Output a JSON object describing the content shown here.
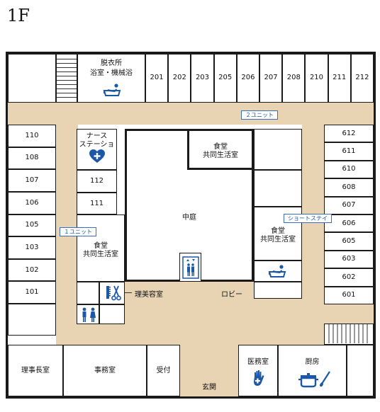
{
  "floor": "1F",
  "labels": {
    "datsui": "脱衣所",
    "yokushitsu": "浴室・機械浴",
    "nurse": "ナース\nステーション",
    "shokudo_right": "食堂\n共同生活室",
    "shokudo_top": "食堂\n共同生活室",
    "shokudo_left": "食堂\n共同生活室",
    "nakaniwa": "中庭",
    "lobby": "ロビー",
    "biyou": "理美容室",
    "rijicho": "理事長室",
    "jimushitsu": "事務室",
    "uketsuke": "受付",
    "genkan": "玄関",
    "imushitsu": "医務室",
    "chubo": "厨房"
  },
  "units": {
    "unit1": "１ユニット",
    "unit2": "２ユニット",
    "short_stay": "ショートステイ"
  },
  "rooms_top": [
    "201",
    "202",
    "203",
    "205",
    "206",
    "207",
    "208",
    "210",
    "211",
    "212"
  ],
  "rooms_left": [
    "110",
    "108",
    "107",
    "106",
    "105",
    "103",
    "102",
    "101"
  ],
  "rooms_inner_left": [
    "112",
    "111"
  ],
  "rooms_right": [
    "612",
    "611",
    "610",
    "608",
    "607",
    "606",
    "605",
    "603",
    "602",
    "601"
  ],
  "icons": [
    "bath-icon",
    "heart-plus-icon",
    "elevator-icon",
    "comb-scissors-icon",
    "restroom-icon",
    "hand-plus-icon",
    "pot-icon"
  ],
  "colors": {
    "corridor": "#e8d3b3",
    "icon": "#1c58a8",
    "wall": "#1a1a1a"
  }
}
